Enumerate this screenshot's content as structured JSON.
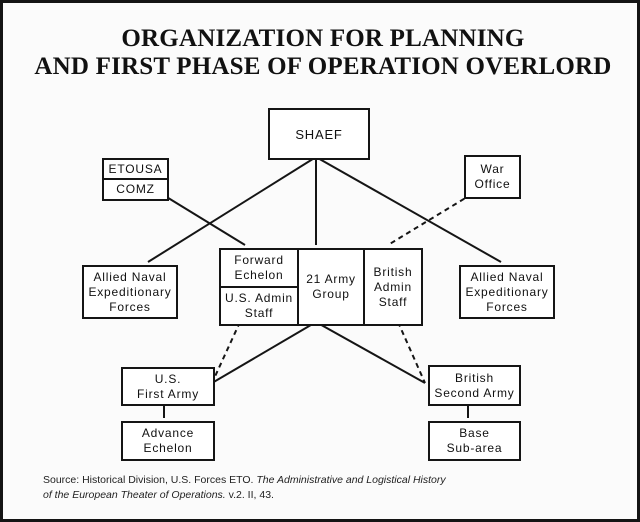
{
  "title": {
    "line1": "ORGANIZATION FOR PLANNING",
    "line2": "AND FIRST PHASE OF OPERATION OVERLORD"
  },
  "nodes": {
    "shaef": "SHAEF",
    "etousa": "ETOUSA",
    "comz": "COMZ",
    "war_office_line1": "War",
    "war_office_line2": "Office",
    "allied_naval_left": [
      "Allied Naval",
      "Expeditionary",
      "Forces"
    ],
    "allied_naval_right": [
      "Allied Naval",
      "Expeditionary",
      "Forces"
    ],
    "forward_echelon": [
      "Forward",
      "Echelon"
    ],
    "us_admin_staff": [
      "U.S. Admin",
      "Staff"
    ],
    "army_group": [
      "21 Army",
      "Group"
    ],
    "british_admin_staff": [
      "British",
      "Admin",
      "Staff"
    ],
    "us_first_army": [
      "U.S.",
      "First Army"
    ],
    "advance_echelon": [
      "Advance",
      "Echelon"
    ],
    "british_second_army": [
      "British",
      "Second Army"
    ],
    "base_subarea": [
      "Base",
      "Sub-area"
    ]
  },
  "source": {
    "prefix": "Source: Historical Division, U.S. Forces ETO.",
    "work_line1": "The Administrative and Logistical History",
    "work_line2": "of the European Theater of Operations.",
    "suffix": "v.2. II, 43."
  },
  "colors": {
    "line": "#151515",
    "frame": "#141414"
  }
}
